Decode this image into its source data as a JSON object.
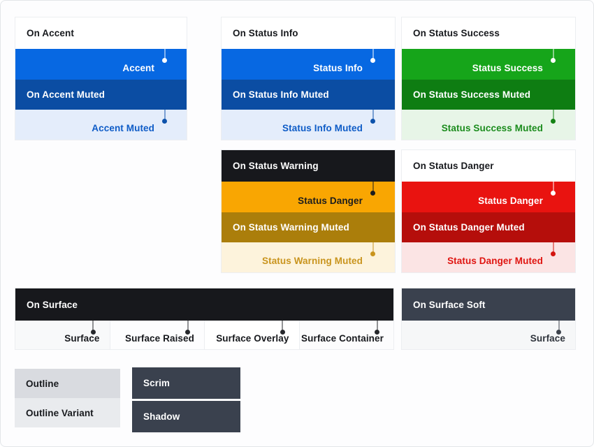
{
  "canvas": {
    "bg": "#fdfdfe",
    "border": "#e3e6e9"
  },
  "cards": [
    {
      "title": "On Accent",
      "title_bg": "#ffffff",
      "title_fg": "#17191d",
      "rows": [
        {
          "label": "Accent",
          "bg": "#0768e2",
          "fg": "#ffffff",
          "pin": "#ffffff"
        },
        {
          "label": "On Accent Muted",
          "bg": "#0b4da3",
          "fg": "#ffffff"
        },
        {
          "label": "Accent Muted",
          "bg": "#e4edfb",
          "fg": "#0e5cc7",
          "pin": "#0d52ab"
        }
      ]
    },
    {
      "title": "On Status Info",
      "title_bg": "#ffffff",
      "title_fg": "#17191d",
      "rows": [
        {
          "label": "Status Info",
          "bg": "#0768e2",
          "fg": "#ffffff",
          "pin": "#ffffff"
        },
        {
          "label": "On Status Info Muted",
          "bg": "#0b4da3",
          "fg": "#ffffff"
        },
        {
          "label": "Status Info Muted",
          "bg": "#e4edfb",
          "fg": "#0e5cc7",
          "pin": "#0d52ab"
        }
      ]
    },
    {
      "title": "On Status Success",
      "title_bg": "#ffffff",
      "title_fg": "#17191d",
      "rows": [
        {
          "label": "Status Success",
          "bg": "#16a51a",
          "fg": "#ffffff",
          "pin": "#ffffff"
        },
        {
          "label": "On Status Success Muted",
          "bg": "#0e7d12",
          "fg": "#ffffff"
        },
        {
          "label": "Status Success Muted",
          "bg": "#e7f5e7",
          "fg": "#1b8c1d",
          "pin": "#148214"
        }
      ]
    },
    {
      "title": "On Status Warning",
      "title_bg": "#17181c",
      "title_fg": "#ffffff",
      "rows": [
        {
          "label": "Status Danger",
          "bg": "#f9a602",
          "fg": "#1b1c1e",
          "pin": "#1b1c1e"
        },
        {
          "label": "On Status Warning Muted",
          "bg": "#ab7e0b",
          "fg": "#ffffff"
        },
        {
          "label": "Status Warning Muted",
          "bg": "#fdf3dc",
          "fg": "#c9941d",
          "pin": "#c9941d"
        }
      ]
    },
    {
      "title": "On Status Danger",
      "title_bg": "#ffffff",
      "title_fg": "#17191d",
      "rows": [
        {
          "label": "Status Danger",
          "bg": "#e91310",
          "fg": "#ffffff",
          "pin": "#ffffff"
        },
        {
          "label": "On Status Danger Muted",
          "bg": "#b50e0b",
          "fg": "#ffffff"
        },
        {
          "label": "Status Danger Muted",
          "bg": "#fbe4e4",
          "fg": "#df1410",
          "pin": "#d31510"
        }
      ]
    }
  ],
  "surface": {
    "header": {
      "label": "On Surface",
      "bg": "#17181c",
      "fg": "#ffffff"
    },
    "segment_fg": "#17191d",
    "pin": "#26282c",
    "segments": [
      {
        "label": "Surface",
        "bg": "#f8f9fa"
      },
      {
        "label": "Surface Raised",
        "bg": "#fdfdfe"
      },
      {
        "label": "Surface Overlay",
        "bg": "#ffffff"
      },
      {
        "label": "Surface Container",
        "bg": "#fcfcfd"
      }
    ]
  },
  "surface_soft": {
    "header": {
      "label": "On Surface Soft",
      "bg": "#3a414e",
      "fg": "#ffffff"
    },
    "segment": {
      "label": "Surface",
      "bg": "#f6f7f8",
      "fg": "#2f343c",
      "pin": "#3d434c"
    }
  },
  "outline_tokens": [
    {
      "label": "Outline",
      "bg": "#d9dbe0",
      "fg": "#17191d"
    },
    {
      "label": "Outline Variant",
      "bg": "#e9ebee",
      "fg": "#17191d"
    }
  ],
  "shade_tokens": [
    {
      "label": "Scrim",
      "bg": "#3a414e",
      "fg": "#ffffff"
    },
    {
      "label": "Shadow",
      "bg": "#3a414e",
      "fg": "#ffffff"
    }
  ]
}
